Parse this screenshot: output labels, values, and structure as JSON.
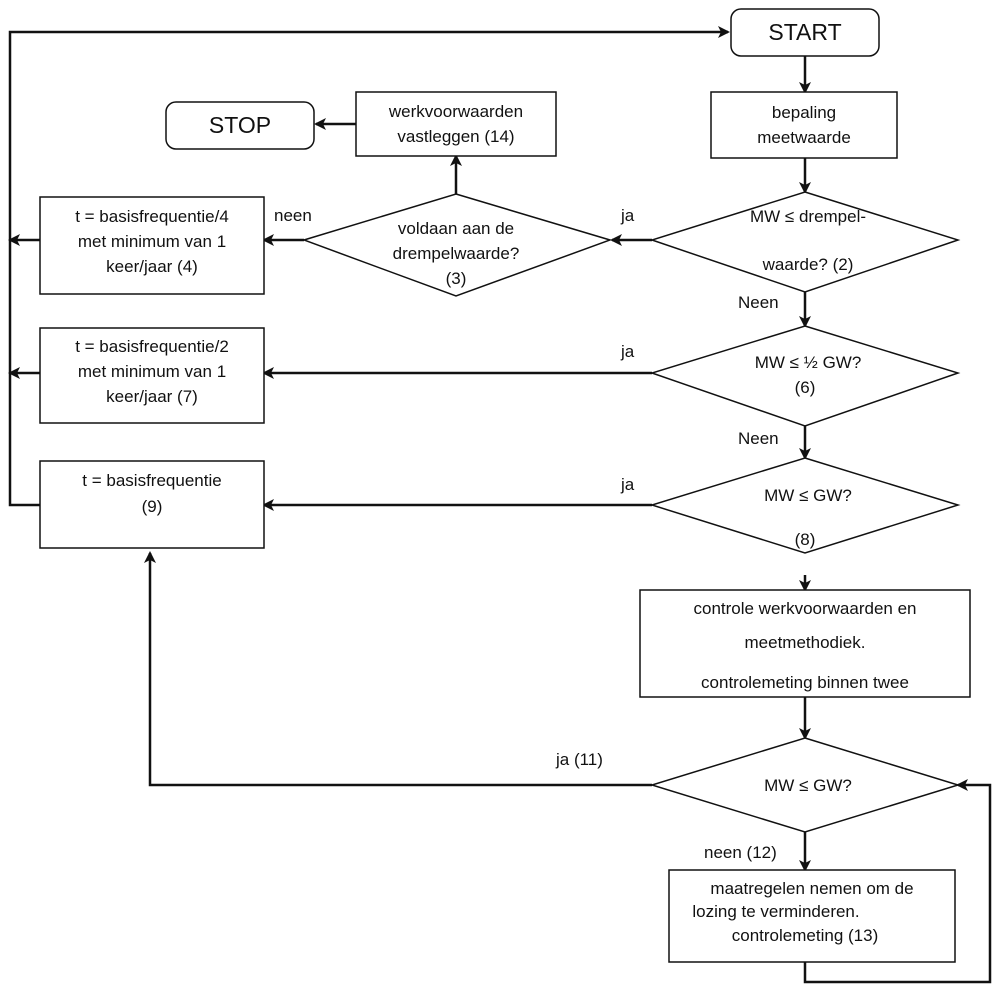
{
  "start": "START",
  "stop": "STOP",
  "nodes": {
    "bepaling": [
      "bepaling",
      "meetwaarde"
    ],
    "drempel_check": [
      "MW ≤ drempel-",
      "waarde? (2)"
    ],
    "voldaan": [
      "voldaan aan de",
      "drempelwaarde?",
      "(3)"
    ],
    "werkvoorwaarden": [
      "werkvoorwaarden",
      "vastleggen (14)"
    ],
    "freq4": [
      "t = basisfrequentie/4",
      "met minimum van 1",
      "keer/jaar (4)"
    ],
    "halfgw": [
      "MW ≤ ½ GW?",
      "(6)"
    ],
    "freq2": [
      "t = basisfrequentie/2",
      "met minimum van 1",
      "keer/jaar (7)"
    ],
    "gw8": [
      "MW ≤ GW?",
      "(8)"
    ],
    "freq": [
      "t = basisfrequentie",
      "(9)"
    ],
    "controle": [
      "controle werkvoorwaarden en",
      "meetmethodiek.",
      "controlemeting binnen twee"
    ],
    "gw_check": [
      "MW ≤ GW?"
    ],
    "maatregelen": [
      "maatregelen  nemen  om  de",
      "lozing te verminderen.",
      "controlemeting (13)"
    ]
  },
  "edge_labels": {
    "ja_drempel": "ja",
    "neen_voldaan": "neen",
    "neen_drempel": "Neen",
    "ja_half": "ja",
    "neen_half": "Neen",
    "ja_gw8": "ja",
    "ja_11": "ja (11)",
    "neen_12": "neen (12)"
  }
}
